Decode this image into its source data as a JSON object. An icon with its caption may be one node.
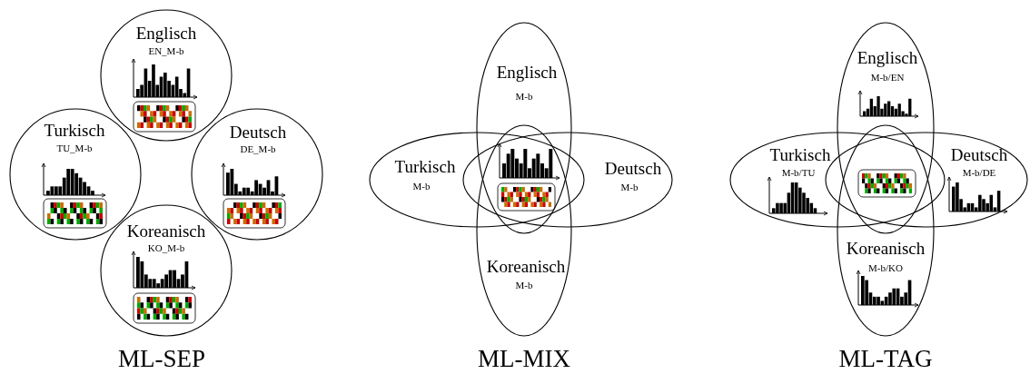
{
  "diagram": {
    "nodes": [
      {
        "text": [
          "Englisch",
          "EN_M-b"
        ]
      },
      {
        "text": [
          "Turkisch",
          "TU_M-b"
        ]
      },
      {
        "text": [
          "Deutsch",
          "DE_M-b"
        ]
      },
      {
        "text": [
          "Koreanisch",
          "KO_M-b"
        ]
      },
      {
        "text": [
          "Englisch",
          "M-b"
        ]
      },
      {
        "text": [
          "Turkisch",
          "M-b"
        ]
      },
      {
        "text": [
          "Deutsch",
          "M-b"
        ]
      },
      {
        "text": [
          "Koreanisch",
          "M-b"
        ]
      },
      {
        "text": [
          "Englisch",
          "M-b/EN"
        ]
      },
      {
        "text": [
          "Turkisch",
          "M-b/TU"
        ]
      },
      {
        "text": [
          "Deutsch",
          "M-b/DE"
        ]
      },
      {
        "text": [
          "Koreanisch",
          "M-b/KO"
        ]
      }
    ],
    "labels": [
      "ML-SEP",
      "ML-MIX",
      "ML-TAG"
    ]
  }
}
